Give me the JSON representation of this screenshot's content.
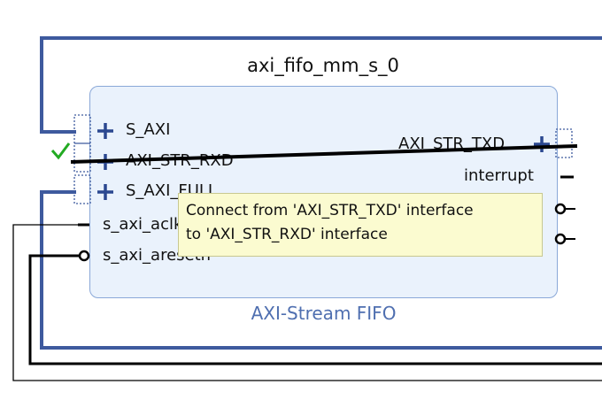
{
  "block": {
    "instance_name": "axi_fifo_mm_s_0",
    "type_label": "AXI-Stream FIFO"
  },
  "ports_left": {
    "s_axi": "S_AXI",
    "axi_str_rxd": "AXI_STR_RXD",
    "s_axi_full": "S_AXI_FULL",
    "s_axi_aclk": "s_axi_aclk",
    "s_axi_aresetn": "s_axi_aresetn"
  },
  "ports_right": {
    "axi_str_txd": "AXI_STR_TXD",
    "interrupt": "interrupt"
  },
  "tooltip": {
    "line1": "Connect from 'AXI_STR_TXD' interface",
    "line2": "to 'AXI_STR_RXD' interface"
  },
  "colors": {
    "bus_blue": "#3e5a9e",
    "block_fill": "#eaf2fc",
    "block_border": "#8aa8d8",
    "type_label": "#4f6fb0",
    "valid_check": "#22aa22",
    "tooltip_bg": "#fbfbd0"
  }
}
